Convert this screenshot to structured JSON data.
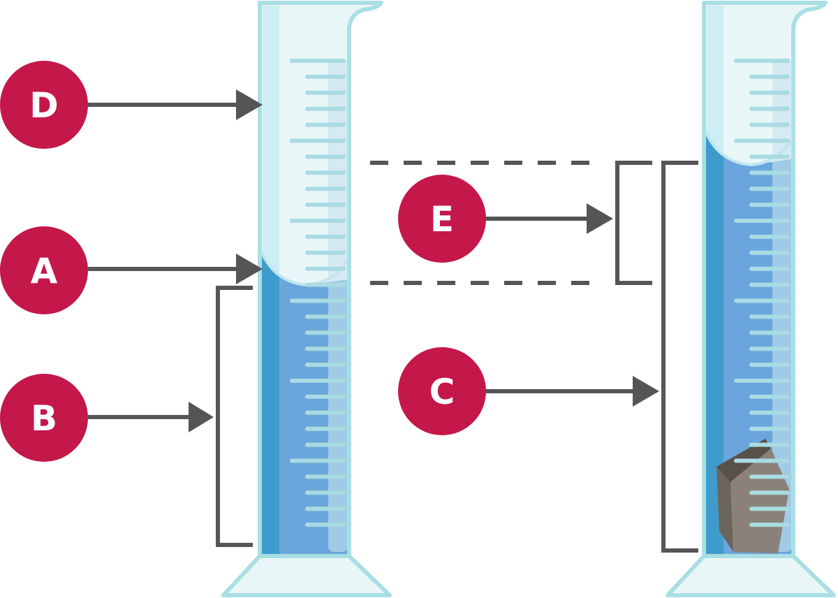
{
  "labels": {
    "d": "D",
    "a": "A",
    "b": "B",
    "e": "E",
    "c": "C"
  },
  "colors": {
    "badge": "#c4174a",
    "arrow": "#555555",
    "glass_outline": "#a9dfe4",
    "glass_fill": "#e9f6f8",
    "water_dark": "#3f9bcb",
    "water_light": "#6aa6dc",
    "graduation": "#a9dbe2",
    "rock": "#6b655c"
  }
}
